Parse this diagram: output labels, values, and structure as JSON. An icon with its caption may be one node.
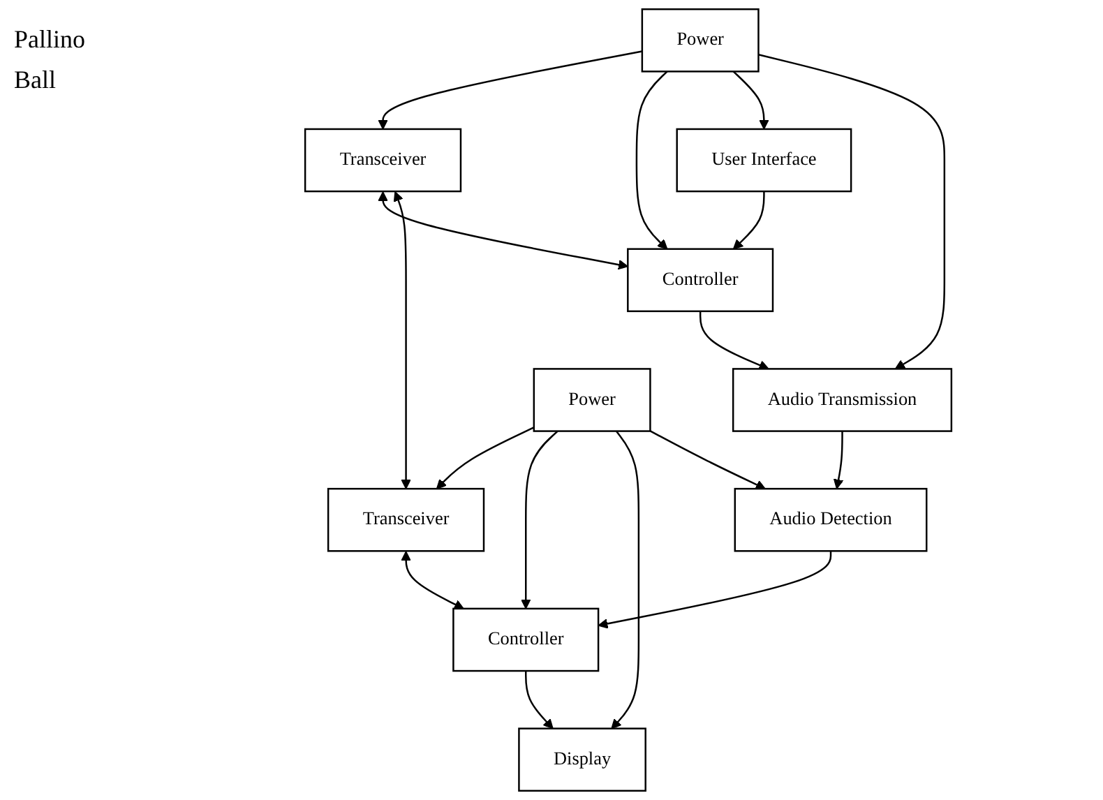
{
  "diagram": {
    "nodes": [
      {
        "text": [
          "Power"
        ]
      },
      {
        "text": [
          "Transceiver"
        ]
      },
      {
        "text": [
          "Controller"
        ]
      },
      {
        "text": [
          "User Interface"
        ]
      },
      {
        "text": [
          "Audio Transmission"
        ]
      },
      {
        "text": [
          "Power"
        ]
      },
      {
        "text": [
          "Transceiver"
        ]
      },
      {
        "text": [
          "Controller"
        ]
      },
      {
        "text": [
          "Display"
        ]
      },
      {
        "text": [
          "Audio Detection"
        ]
      }
    ],
    "edges": [
      {
        "from": 0,
        "to": 1,
        "arrow": "to"
      },
      {
        "from": 0,
        "to": 2,
        "arrow": "to"
      },
      {
        "from": 0,
        "to": 3,
        "arrow": "to"
      },
      {
        "from": 0,
        "to": 4,
        "arrow": "to"
      },
      {
        "from": 1,
        "to": 2,
        "arrow": "both"
      },
      {
        "from": 3,
        "to": 2,
        "arrow": "to"
      },
      {
        "from": 2,
        "to": 4,
        "arrow": "to"
      },
      {
        "from": 4,
        "to": 9,
        "arrow": "to"
      },
      {
        "from": 1,
        "to": 6,
        "arrow": "both"
      },
      {
        "from": 5,
        "to": 6,
        "arrow": "to"
      },
      {
        "from": 5,
        "to": 7,
        "arrow": "to"
      },
      {
        "from": 5,
        "to": 8,
        "arrow": "to"
      },
      {
        "from": 5,
        "to": 9,
        "arrow": "to"
      },
      {
        "from": 6,
        "to": 7,
        "arrow": "both"
      },
      {
        "from": 7,
        "to": 8,
        "arrow": "to"
      },
      {
        "from": 9,
        "to": 7,
        "arrow": "to"
      }
    ],
    "labels": [
      "Pallino",
      "Ball"
    ]
  }
}
